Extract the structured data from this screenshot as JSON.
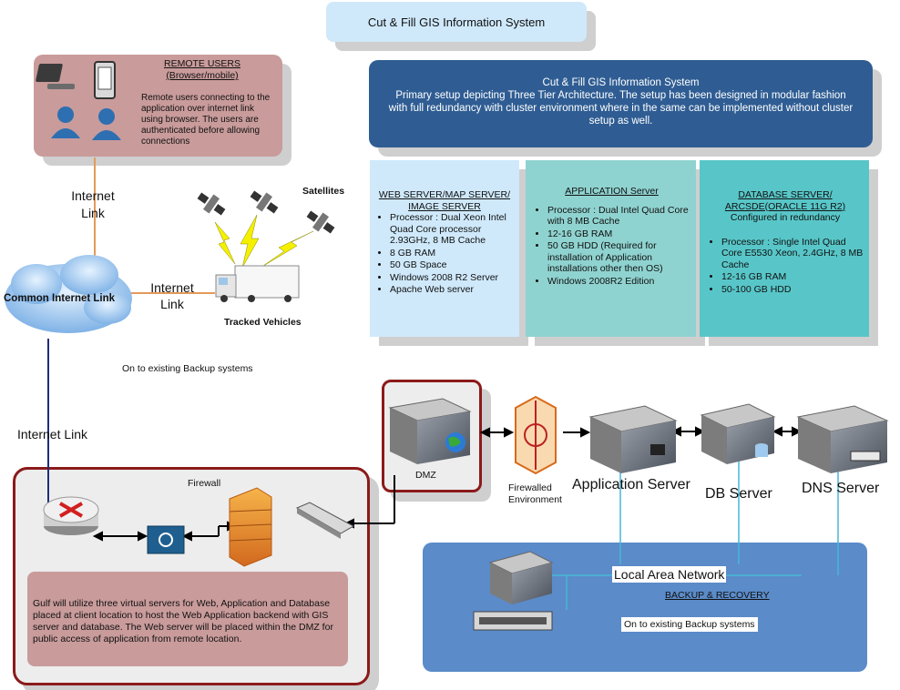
{
  "header": {
    "title": "Cut & Fill GIS Information System"
  },
  "remote_users": {
    "title": "REMOTE USERS",
    "subtitle": "(Browser/mobile)",
    "description": "Remote users connecting to the application over internet link using browser. The users are authenticated before allowing connections"
  },
  "overview": {
    "title": "Cut & Fill GIS Information System",
    "line1": "Primary setup depicting Three Tier Architecture. The setup has been designed in modular fashion",
    "line2": "with full redundancy with cluster environment  where in the same can be implemented without cluster",
    "line3": "setup as well."
  },
  "web_server": {
    "title": "WEB SERVER/MAP SERVER/ IMAGE SERVER",
    "items": [
      "Processor : Dual Xeon Intel Quad Core processor 2.93GHz, 8 MB Cache",
      "8 GB RAM",
      "50 GB Space",
      "Windows 2008 R2 Server",
      "Apache Web server"
    ]
  },
  "app_server": {
    "title": "APPLICATION Server",
    "items": [
      "Processor : Dual Intel Quad Core with 8 MB Cache",
      "12-16 GB RAM",
      "50 GB HDD (Required for installation of Application installations other then OS)",
      "Windows 2008R2 Edition"
    ]
  },
  "db_server": {
    "title": "DATABASE SERVER/ ARCSDE(ORACLE 11G R2)",
    "subtitle": "Configured in redundancy",
    "items": [
      "Processor : Single Intel Quad Core E5530 Xeon, 2.4GHz, 8 MB Cache",
      "12-16 GB RAM",
      "50-100 GB HDD"
    ]
  },
  "labels": {
    "internet_link_top": "Internet Link",
    "internet_link_mid": "Internet Link",
    "internet_link_left": "Internet Link",
    "satellites": "Satellites",
    "tracked_vehicles": "Tracked Vehicles",
    "common_internet_link": "Common Internet Link",
    "backup_note": "On to existing Backup systems",
    "firewall": "Firewall",
    "dmz": "DMZ",
    "firewalled_env": "Firewalled Environment",
    "application_server": "Application Server",
    "db_server": "DB Server",
    "dns_server": "DNS Server",
    "lan": "Local Area Network",
    "backup_recovery": "BACKUP & RECOVERY",
    "backup_systems": "On to existing Backup systems"
  },
  "gulf_note": "Gulf will utilize three virtual servers for Web, Application and Database placed at client location to host the Web Application backend with GIS server and database. The Web server will be placed within the DMZ for public access of application from remote location.",
  "colors": {
    "maroon": "#8b1a1a",
    "navy": "#2f5d93",
    "lan": "#5b8bc9",
    "rose": "#c99b9b"
  }
}
